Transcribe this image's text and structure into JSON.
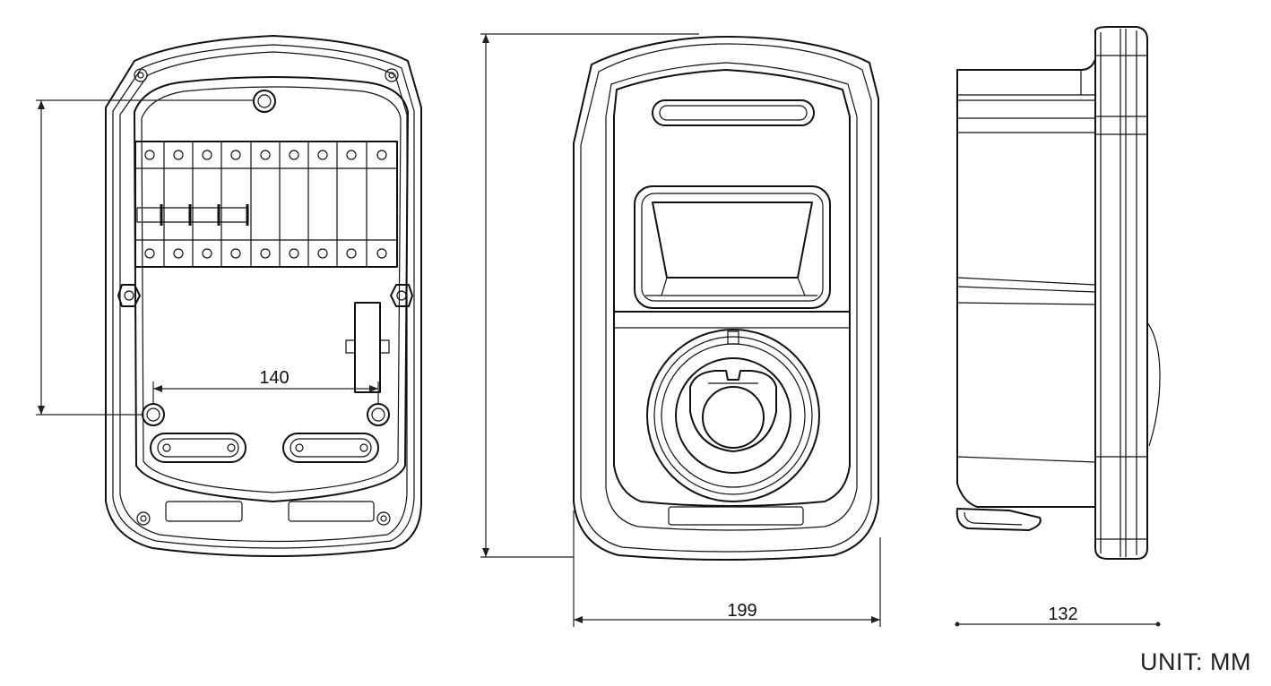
{
  "dimensions": {
    "rear_hole_spacing_horizontal": "140",
    "front_width": "199",
    "side_depth": "132",
    "rear_hole_spacing_vertical": "",
    "front_height": ""
  },
  "unit_label": "UNIT: MM"
}
